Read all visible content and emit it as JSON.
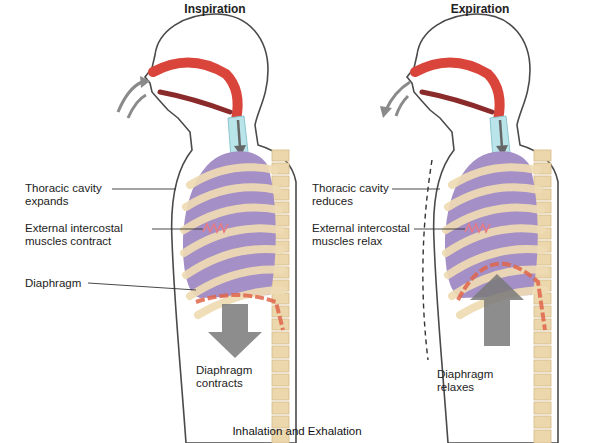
{
  "diagram": {
    "caption": "Inhalation and Exhalation",
    "labels": [
      "Inspiration",
      "Expiration",
      "Thoracic cavity expands",
      "External intercostal muscles contract",
      "Diaphragm",
      "Diaphragm contracts",
      "Thoracic cavity reduces",
      "External intercostal muscles relax",
      "Diaphragm relaxes"
    ]
  }
}
